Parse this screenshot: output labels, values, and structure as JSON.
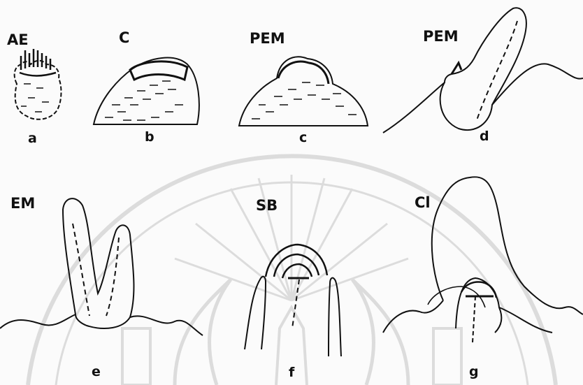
{
  "figure": {
    "stage_labels": {
      "a": "AE",
      "b": "C",
      "c": "PEM",
      "d": "PEM",
      "e": "EM",
      "f": "SB",
      "g": "Cl"
    },
    "panel_letters": {
      "a": "a",
      "b": "b",
      "c": "c",
      "d": "d",
      "e": "e",
      "f": "f",
      "g": "g"
    },
    "colors": {
      "ink": "#111111",
      "watermark": "#bdbdbd"
    }
  }
}
